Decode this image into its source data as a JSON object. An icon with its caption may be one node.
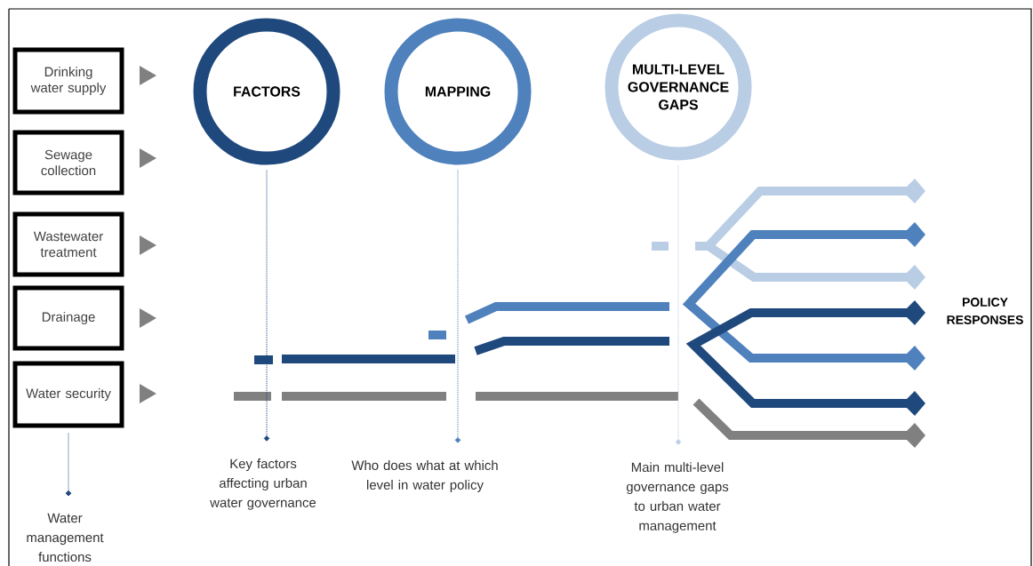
{
  "diagram": {
    "nodes": [
      {
        "text": [
          "Drinking water supply"
        ]
      },
      {
        "text": [
          "Sewage collection"
        ]
      },
      {
        "text": [
          "Wastewater treatment"
        ]
      },
      {
        "text": [
          "Drainage"
        ]
      },
      {
        "text": [
          "Water security"
        ]
      },
      {
        "text": [
          "FACTORS"
        ]
      },
      {
        "text": [
          "MAPPING"
        ]
      },
      {
        "text": [
          "MULTI-LEVEL GOVERNANCE GAPS"
        ]
      },
      {
        "text": [
          "Water management functions"
        ]
      },
      {
        "text": [
          "Key factors affecting urban water governance"
        ]
      },
      {
        "text": [
          "Who does what at which level in water policy"
        ]
      },
      {
        "text": [
          "Main multi-level governance gaps to urban water management"
        ]
      }
    ],
    "edges": [
      {
        "from": 4,
        "to": 8,
        "arrow": "other",
        "style": "dashed",
        "color": "#1f497d"
      },
      {
        "from": 5,
        "to": 9,
        "arrow": "other",
        "style": "dashed",
        "color": "#1f497d"
      },
      {
        "from": 6,
        "to": 10,
        "arrow": "other",
        "style": "dashed",
        "color": "#4f81bd"
      },
      {
        "from": 7,
        "to": 11,
        "arrow": "other",
        "style": "dashed",
        "color": "#b9cde5"
      }
    ],
    "labels": [
      "POLICY RESPONSES"
    ]
  }
}
